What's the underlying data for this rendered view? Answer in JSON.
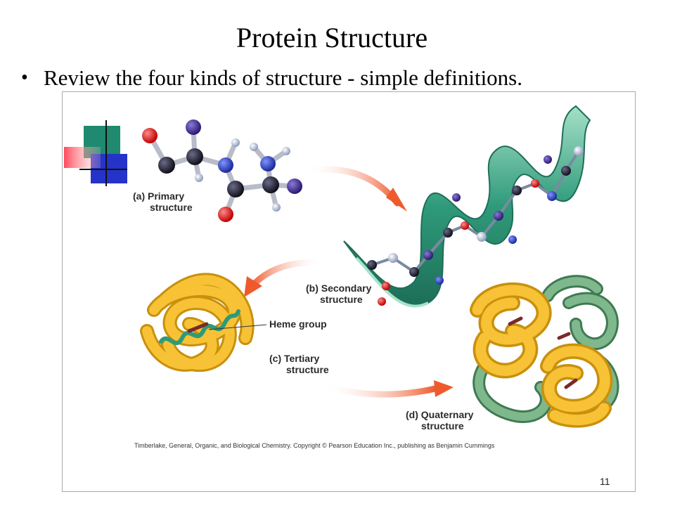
{
  "slide": {
    "title": "Protein Structure",
    "bullet": "Review the four kinds of structure - simple definitions."
  },
  "figure": {
    "labels": {
      "primary_letter": "(a) Primary",
      "primary_word": "structure",
      "secondary_letter": "(b) Secondary",
      "secondary_word": "structure",
      "heme": "Heme group",
      "tertiary_letter": "(c) Tertiary",
      "tertiary_word": "structure",
      "quaternary_letter": "(d) Quaternary",
      "quaternary_word": "structure"
    },
    "credit": "Timberlake, General, Organic, and Biological Chemistry.  Copyright © Pearson Education Inc., publishing as Benjamin Cummings",
    "page_number": "11",
    "colors": {
      "ribbon_green": "#2f9a7a",
      "ribbon_light": "#8fd2b8",
      "arrow_orange": "#ef6a3c",
      "tube_gold": "#f2b51e",
      "tube_green": "#5f9d6f",
      "atom_black": "#16162a",
      "atom_purple": "#3b2a8c",
      "atom_blue": "#2a3fbf",
      "atom_red": "#e01010",
      "atom_white": "#c9d2e6"
    }
  }
}
